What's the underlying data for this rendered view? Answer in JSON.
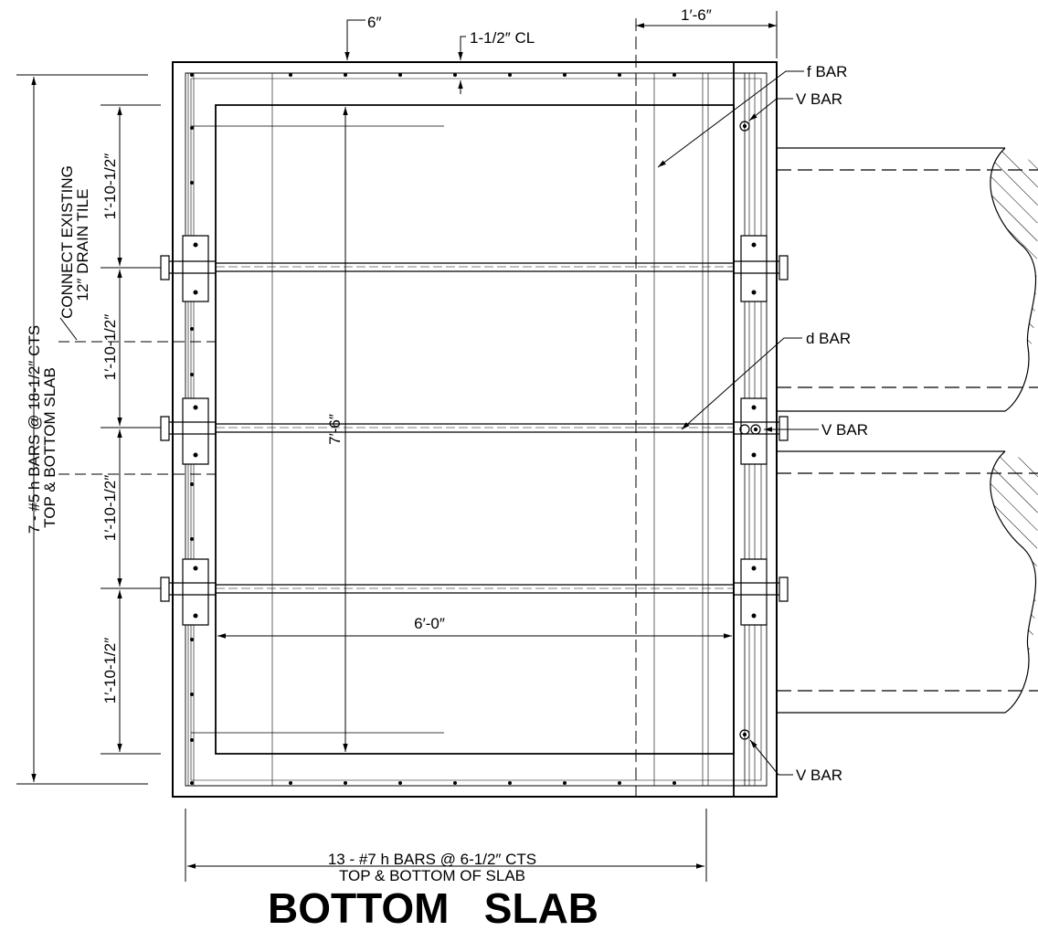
{
  "drawing": {
    "title": "BOTTOM   SLAB",
    "labels": {
      "top_6in": "6″",
      "top_cl": "1-1/2″ CL",
      "top_right_dim": "1′-6″",
      "f_bar": "f BAR",
      "v_bar_top": "V BAR",
      "d_bar": "d BAR",
      "v_bar_mid": "V BAR",
      "v_bar_bottom": "V BAR",
      "inner_height": "7′-6″",
      "inner_width": "6′-0″",
      "left_h_bars_1": "7 - #5 h BARS @ 18-1/2″ CTS",
      "left_h_bars_2": "TOP & BOTTOM SLAB",
      "drain_tile_1": "CONNECT EXISTING",
      "drain_tile_2": "12″ DRAIN TILE",
      "spacing_1": "1′-10-1/2″",
      "spacing_2": "1′-10-1/2″",
      "spacing_3": "1′-10-1/2″",
      "spacing_4": "1′-10-1/2″",
      "bottom_bars_1": "13 - #7 h BARS @ 6-1/2″ CTS",
      "bottom_bars_2": "TOP & BOTTOM OF SLAB"
    }
  }
}
